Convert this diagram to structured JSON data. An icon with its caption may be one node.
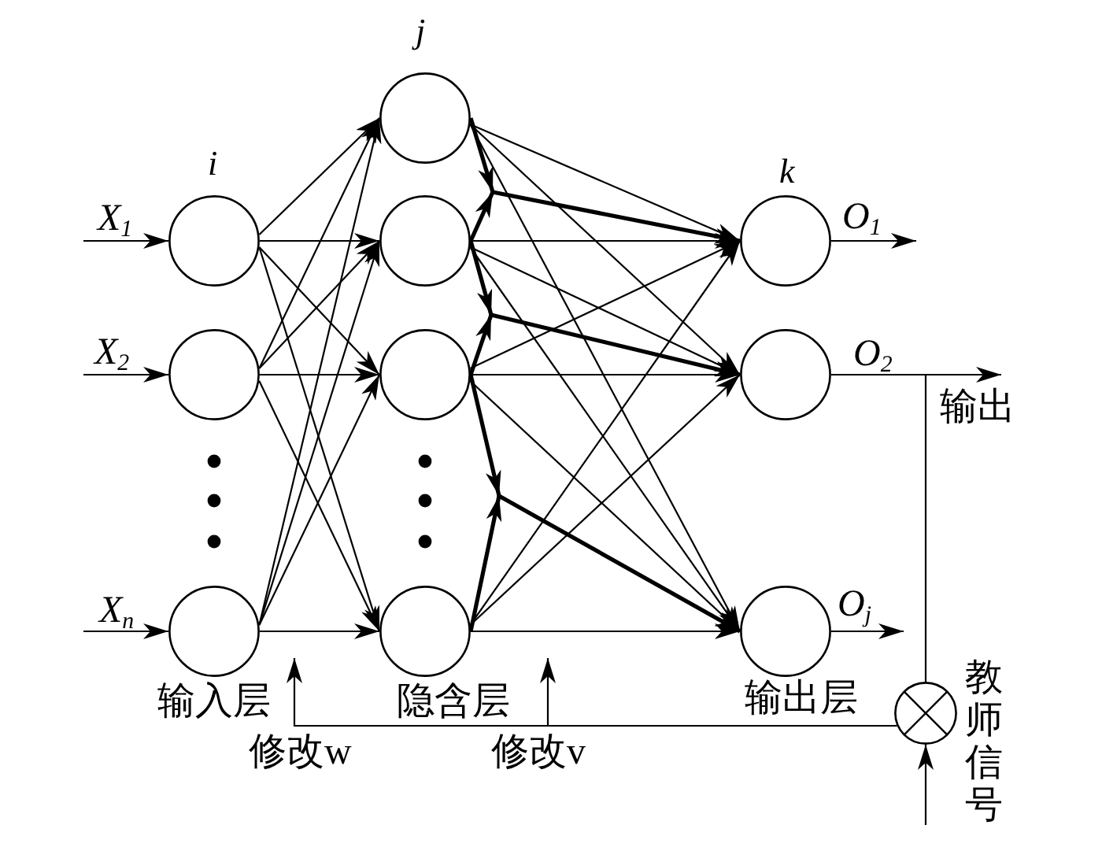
{
  "diagram": {
    "nodes": [
      {
        "text": [],
        "shape": "circle",
        "beside": [
          "i"
        ]
      },
      {
        "text": [],
        "shape": "circle"
      },
      {
        "text": [],
        "shape": "circle"
      },
      {
        "text": [],
        "shape": "circle",
        "beside": [
          "j"
        ]
      },
      {
        "text": [],
        "shape": "circle"
      },
      {
        "text": [],
        "shape": "circle"
      },
      {
        "text": [],
        "shape": "circle"
      },
      {
        "text": [],
        "shape": "circle",
        "beside": [
          "k"
        ]
      },
      {
        "text": [],
        "shape": "circle"
      },
      {
        "text": [],
        "shape": "circle"
      },
      {
        "text": [],
        "shape": "circle",
        "beside": [
          "教师信号"
        ]
      },
      {
        "text": [
          "输出"
        ]
      }
    ],
    "edges": [
      {
        "from": null,
        "to": 0,
        "arrow": "to",
        "label": "X$_{1}$"
      },
      {
        "from": null,
        "to": 1,
        "arrow": "to",
        "label": "X$_{2}$"
      },
      {
        "from": null,
        "to": 2,
        "arrow": "to",
        "label": "X$_{n}$"
      },
      {
        "from": 0,
        "to": 3,
        "arrow": "to"
      },
      {
        "from": 0,
        "to": 4,
        "arrow": "to"
      },
      {
        "from": 0,
        "to": 5,
        "arrow": "to"
      },
      {
        "from": 0,
        "to": 6,
        "arrow": "to"
      },
      {
        "from": 1,
        "to": 3,
        "arrow": "to"
      },
      {
        "from": 1,
        "to": 4,
        "arrow": "to"
      },
      {
        "from": 1,
        "to": 5,
        "arrow": "to"
      },
      {
        "from": 1,
        "to": 6,
        "arrow": "to"
      },
      {
        "from": 2,
        "to": 3,
        "arrow": "to"
      },
      {
        "from": 2,
        "to": 4,
        "arrow": "to"
      },
      {
        "from": 2,
        "to": 5,
        "arrow": "to"
      },
      {
        "from": 2,
        "to": 6,
        "arrow": "to"
      },
      {
        "from": 3,
        "to": 7,
        "arrow": "to"
      },
      {
        "from": 3,
        "to": 8,
        "arrow": "to"
      },
      {
        "from": 3,
        "to": 9,
        "arrow": "to"
      },
      {
        "from": 4,
        "to": 7,
        "arrow": "to"
      },
      {
        "from": 4,
        "to": 8,
        "arrow": "to"
      },
      {
        "from": 4,
        "to": 9,
        "arrow": "to"
      },
      {
        "from": 5,
        "to": 7,
        "arrow": "to"
      },
      {
        "from": 5,
        "to": 8,
        "arrow": "to"
      },
      {
        "from": 5,
        "to": 9,
        "arrow": "to"
      },
      {
        "from": 6,
        "to": 7,
        "arrow": "to"
      },
      {
        "from": 6,
        "to": 8,
        "arrow": "to"
      },
      {
        "from": 6,
        "to": 9,
        "arrow": "to"
      },
      {
        "from": 3,
        "to": 7,
        "arrow": "to",
        "style": "thick"
      },
      {
        "from": 4,
        "to": 7,
        "arrow": "to",
        "style": "thick"
      },
      {
        "from": 4,
        "to": 8,
        "arrow": "to",
        "style": "thick"
      },
      {
        "from": 5,
        "to": 8,
        "arrow": "to",
        "style": "thick"
      },
      {
        "from": 5,
        "to": 9,
        "arrow": "to",
        "style": "thick"
      },
      {
        "from": 6,
        "to": 9,
        "arrow": "to",
        "style": "thick"
      },
      {
        "from": 7,
        "to": null,
        "arrow": "to",
        "label": "O$_{1}$"
      },
      {
        "from": 8,
        "to": 11,
        "arrow": "to",
        "label": "O$_{2}$"
      },
      {
        "from": 9,
        "to": null,
        "arrow": "to",
        "label": "O$_{j}$"
      },
      {
        "from": 8,
        "to": 10,
        "arrow": "none"
      },
      {
        "from": null,
        "to": 10,
        "arrow": "to"
      },
      {
        "from": 10,
        "to": null,
        "arrow": "to",
        "label": "修改w"
      },
      {
        "from": 10,
        "to": null,
        "arrow": "to",
        "label": "修改v"
      }
    ],
    "labels": [
      "输入层",
      "隐含层",
      "输出层"
    ]
  }
}
